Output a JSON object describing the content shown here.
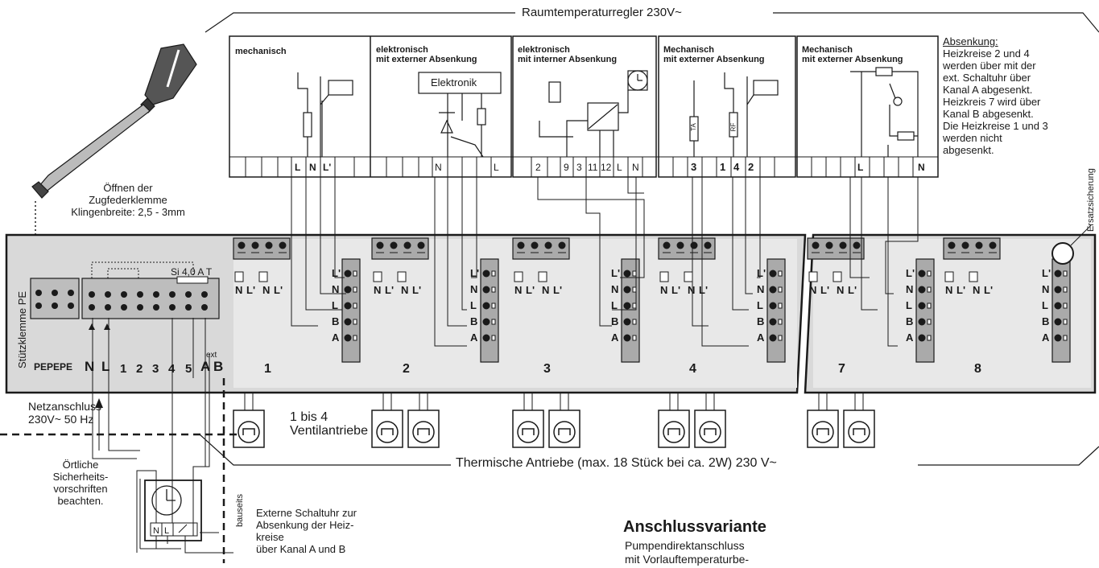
{
  "top_title": "Raumtemperaturregler 230V~",
  "bottom_title": "Thermische Antriebe (max. 18 Stück bei ca. 2W)  230 V~",
  "boxes": [
    {
      "title": "mechanisch",
      "terminals": [
        "L",
        "N",
        "L'"
      ]
    },
    {
      "title_lines": [
        "elektronisch",
        "mit externer Absenkung"
      ],
      "inner_label": "Elektronik",
      "terminals": [
        "N",
        "L"
      ]
    },
    {
      "title_lines": [
        "elektronisch",
        "mit interner Absenkung"
      ],
      "terminals": [
        "2",
        "9",
        "3",
        "11",
        "12",
        "L",
        "N"
      ]
    },
    {
      "title_lines": [
        "Mechanisch",
        "mit externer Absenkung"
      ],
      "terminals": [
        "3",
        "1",
        "4",
        "2"
      ],
      "part_labels": [
        "TA",
        "RF"
      ]
    },
    {
      "title_lines": [
        "Mechanisch",
        "mit externer Absenkung"
      ],
      "terminals": [
        "L",
        "N"
      ]
    }
  ],
  "absenkung": {
    "heading": "Absenkung:",
    "lines": [
      "Heizkreise 2 und 4",
      "werden über mit der",
      "ext. Schaltuhr über",
      "Kanal A abgesenkt.",
      "Heizkreis 7 wird über",
      "Kanal B abgesenkt.",
      "Die Heizkreise 1 und 3",
      "werden nicht",
      "abgesenkt."
    ]
  },
  "screwdriver": {
    "lines": [
      "Öffnen der",
      "Zugfederklemme",
      "Klingenbreite: 2,5 - 3mm"
    ]
  },
  "stuetzklemme": "Stützklemme PE",
  "ersatzsicherung": "Ersatzsicherung",
  "fuse": "Si 4,0 A T",
  "power_terminals": {
    "pe": "PEPEPE",
    "n": "N",
    "l": "L",
    "nums": [
      "1",
      "2",
      "3",
      "4",
      "5"
    ],
    "a": "A",
    "b": "B",
    "ext": "ext"
  },
  "zones": [
    {
      "num": "1",
      "pair": [
        "N",
        "L'",
        "N",
        "L'"
      ],
      "side": [
        "L'",
        "N",
        "L",
        "B",
        "A"
      ]
    },
    {
      "num": "2",
      "pair": [
        "N",
        "L'",
        "N",
        "L'"
      ],
      "side": [
        "L'",
        "N",
        "L",
        "B",
        "A"
      ]
    },
    {
      "num": "3",
      "pair": [
        "N",
        "L'",
        "N",
        "L'"
      ],
      "side": [
        "L'",
        "N",
        "L",
        "B",
        "A"
      ]
    },
    {
      "num": "4",
      "pair": [
        "N",
        "L'",
        "N",
        "L'"
      ],
      "side": [
        "L'",
        "N",
        "L",
        "B",
        "A"
      ]
    },
    {
      "num": "7",
      "pair": [
        "N",
        "L'",
        "N",
        "L'"
      ],
      "side": [
        "L'",
        "N",
        "L",
        "B",
        "A"
      ]
    },
    {
      "num": "8",
      "pair": [
        "N",
        "L'",
        "N",
        "L'"
      ],
      "side": [
        "L'",
        "N",
        "L",
        "B",
        "A"
      ]
    }
  ],
  "netz": {
    "lines": [
      "Netzanschluss",
      "230V~ 50 Hz"
    ]
  },
  "valve_note": {
    "lines": [
      "1 bis 4",
      "Ventilantriebe"
    ]
  },
  "safety": {
    "lines": [
      "Örtliche",
      "Sicherheits-",
      "vorschriften",
      "beachten."
    ]
  },
  "clock_terminals": [
    "N",
    "L"
  ],
  "bauseits": "bauseits",
  "timer_note": {
    "lines": [
      "Externe Schaltuhr zur",
      "Absenkung der Heiz-",
      "kreise",
      "über Kanal A und B"
    ]
  },
  "variant": {
    "heading": "Anschlussvariante",
    "lines": [
      "Pumpendirektanschluss",
      "mit Vorlauftemperaturbe-"
    ]
  }
}
